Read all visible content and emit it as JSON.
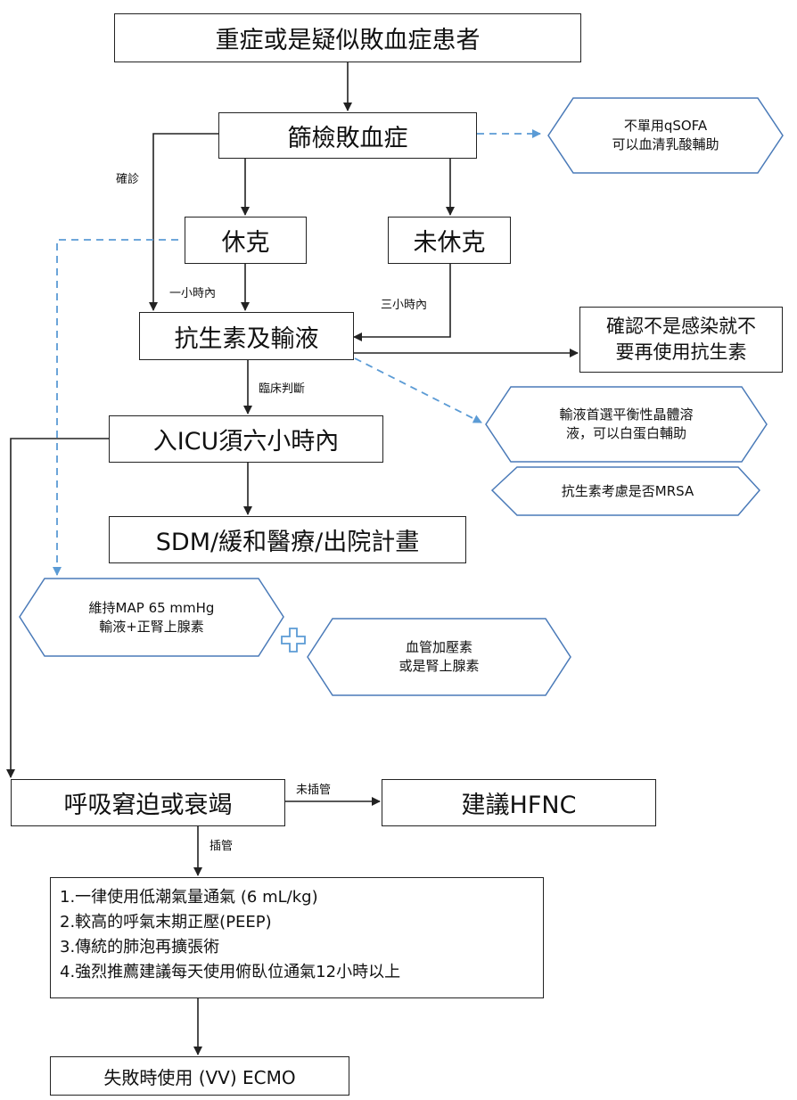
{
  "nodes": {
    "patient": "重症或是疑似敗血症患者",
    "screening": "篩檢敗血症",
    "shock": "休克",
    "no_shock": "未休克",
    "antibiotics_fluids": "抗生素及輸液",
    "stop_antibiotics": [
      "確認不是感染就不",
      "要再使用抗生素"
    ],
    "icu": "入ICU須六小時內",
    "sdm": "SDM/緩和醫療/出院計畫",
    "respiratory": "呼吸窘迫或衰竭",
    "hfnc": "建議HFNC",
    "ventilation": [
      "1.一律使用低潮氣量通氣 (6 mL/kg)",
      "2.較高的呼氣末期正壓(PEEP)",
      "3.傳統的肺泡再擴張術",
      "4.強烈推薦建議每天使用俯臥位通氣12小時以上"
    ],
    "ecmo": "失敗時使用 (VV) ECMO"
  },
  "notes": {
    "qsofa": [
      "不單用qSOFA",
      "可以血清乳酸輔助"
    ],
    "fluid_choice": [
      "輸液首選平衡性晶體溶",
      "液，可以白蛋白輔助"
    ],
    "mrsa": "抗生素考慮是否MRSA",
    "map": [
      "維持MAP 65 mmHg",
      "輸液+正腎上腺素"
    ],
    "vasopressor": [
      "血管加壓素",
      "或是腎上腺素"
    ]
  },
  "edge_labels": {
    "confirmed": "確診",
    "within_1h": "一小時內",
    "within_3h": "三小時內",
    "clinical_judgment": "臨床判斷",
    "not_intubated": "未插管",
    "intubated": "插管"
  },
  "colors": {
    "line": "#222222",
    "dashed": "#5b9bd5",
    "note_border": "#4a7ab8"
  }
}
